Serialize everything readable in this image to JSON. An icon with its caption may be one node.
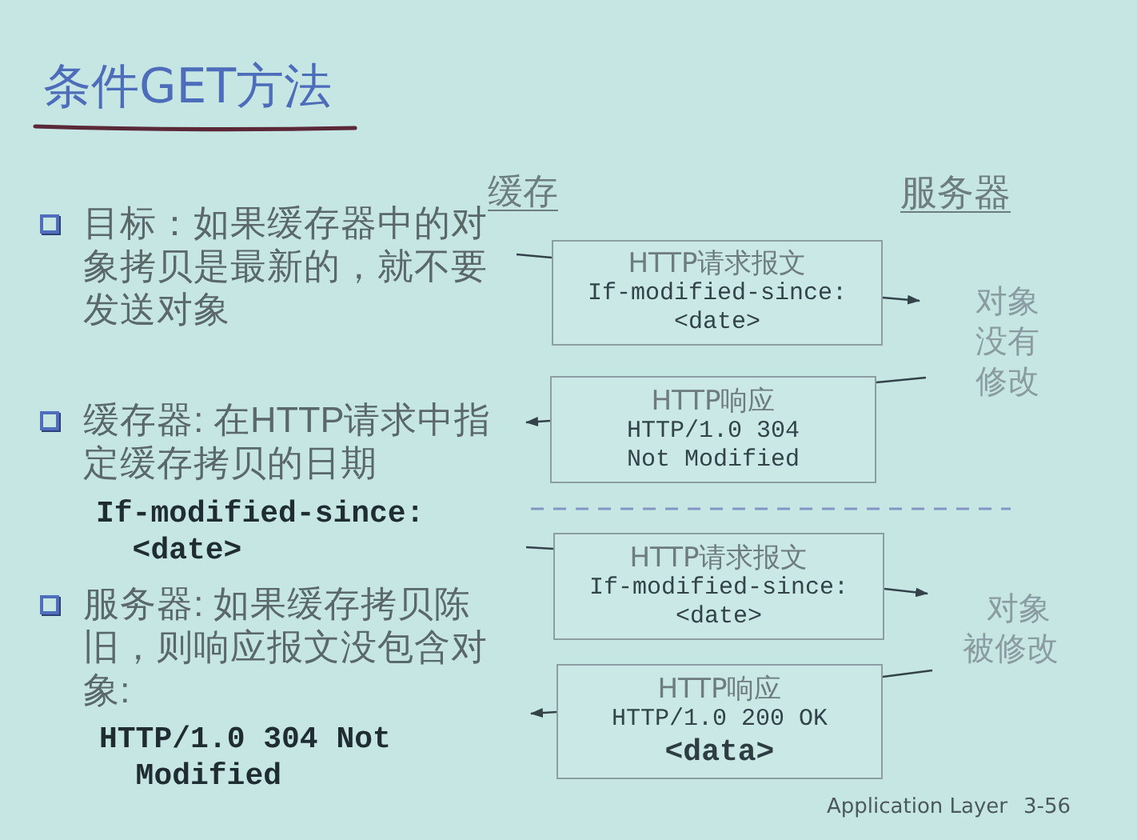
{
  "diagram": {
    "title": "条件GET方法",
    "nodes": [
      {
        "text": [
          "HTTP请求报文",
          "If-modified-since: <date>"
        ]
      },
      {
        "text": [
          "HTTP响应",
          "HTTP/1.0 304 Not Modified"
        ]
      },
      {
        "text": [
          "HTTP请求报文",
          "If-modified-since: <date>"
        ]
      },
      {
        "text": [
          "HTTP响应",
          "HTTP/1.0 200 OK",
          "<data>"
        ]
      }
    ],
    "edges": [
      {
        "from": null,
        "to": 0,
        "arrow": "none"
      },
      {
        "from": 0,
        "to": null,
        "arrow": "to"
      },
      {
        "from": null,
        "to": 1,
        "arrow": "none"
      },
      {
        "from": 1,
        "to": null,
        "arrow": "to"
      },
      {
        "from": null,
        "to": 2,
        "arrow": "none"
      },
      {
        "from": 2,
        "to": null,
        "arrow": "to"
      },
      {
        "from": null,
        "to": 3,
        "arrow": "none"
      },
      {
        "from": 3,
        "to": null,
        "arrow": "to"
      }
    ],
    "labels": [
      "缓存",
      "服务器",
      "目标：如果缓存器中的对象拷贝是最新的，就不要发送对象",
      "缓存器: 在HTTP请求中指定缓存拷贝的日期",
      "If-modified-since: <date>",
      "服务器: 如果缓存拷贝陈旧，则响应报文没包含对象:",
      "HTTP/1.0 304 Not Modified",
      "对象没有修改",
      "对象被修改",
      "Application Layer",
      "3-56"
    ]
  }
}
